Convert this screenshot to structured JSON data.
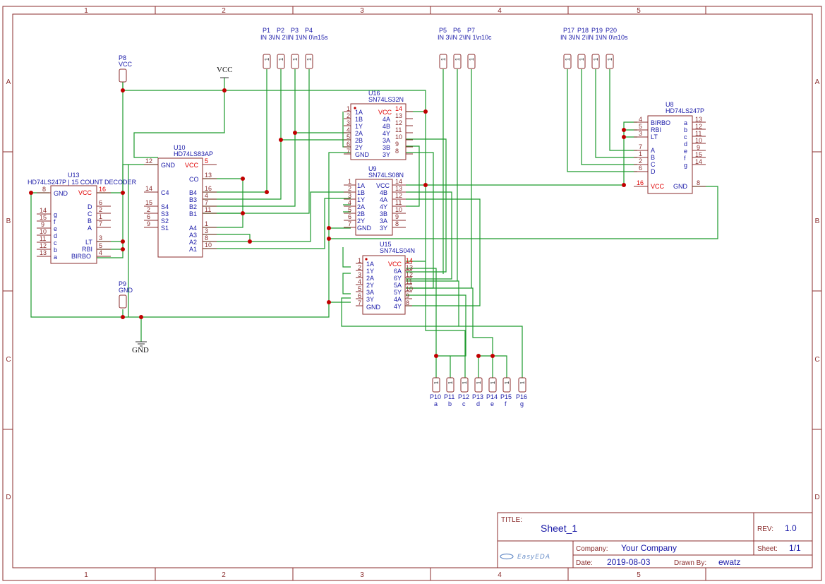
{
  "zones": {
    "cols": [
      "1",
      "2",
      "3",
      "4",
      "5"
    ],
    "rows": [
      "A",
      "B",
      "C",
      "D"
    ]
  },
  "power": {
    "vcc": "VCC",
    "gnd": "GND"
  },
  "chips": {
    "u16": {
      "ref": "U16",
      "name": "SN74LS32N"
    },
    "u10": {
      "ref": "U10",
      "name": "HD74LS83AP"
    },
    "u13": {
      "ref": "U13",
      "name": "HD74LS247P | 15 COUNT DECODER"
    },
    "u9": {
      "ref": "U9",
      "name": "SN74LS08N"
    },
    "u15": {
      "ref": "U15",
      "name": "SN74LS04N"
    },
    "u8": {
      "ref": "U8",
      "name": "HD74LS247P"
    }
  },
  "headers_top": [
    {
      "ref": "P1",
      "sub": "IN 3\\15s"
    },
    {
      "ref": "P2",
      "sub": "IN 3\\15s"
    },
    {
      "ref": "P3",
      "sub": "IN 3\\15s"
    },
    {
      "ref": "P4",
      "sub": "IN 3\\n15s"
    },
    {
      "ref": "P5",
      "sub": "IN 3\\n10c"
    },
    {
      "ref": "P6",
      "sub": "IN 2\\n10c"
    },
    {
      "ref": "P7",
      "sub": "IN 1\\n10c"
    },
    {
      "ref": "P17",
      "sub": "IN 3\\n10s"
    },
    {
      "ref": "P18",
      "sub": "IN 2\\n10s"
    },
    {
      "ref": "P19",
      "sub": "IN 1\\n10s"
    },
    {
      "ref": "P20",
      "sub": "IN 0\\n10s"
    }
  ],
  "headers_top_labels": {
    "g1": "IN 3\\IN 2\\IN 1\\IN 0\\n15s",
    "g2": "IN 3\\IN 2\\IN 1\\n10c",
    "g3": "IN 3\\IN 2\\IN 1\\IN 0\\n10s"
  },
  "headers_left": [
    {
      "ref": "P8",
      "sub": "VCC"
    },
    {
      "ref": "P9",
      "sub": "GND"
    }
  ],
  "headers_bottom": [
    {
      "ref": "P10",
      "sub": "a"
    },
    {
      "ref": "P11",
      "sub": "b"
    },
    {
      "ref": "P12",
      "sub": "c"
    },
    {
      "ref": "P13",
      "sub": "d"
    },
    {
      "ref": "P14",
      "sub": "e"
    },
    {
      "ref": "P15",
      "sub": "f"
    },
    {
      "ref": "P16",
      "sub": "g"
    }
  ],
  "title_block": {
    "title_label": "TITLE:",
    "title": "Sheet_1",
    "rev_label": "REV:",
    "rev": "1.0",
    "company_label": "Company:",
    "company": "Your Company",
    "sheet_label": "Sheet:",
    "sheet": "1/1",
    "date_label": "Date:",
    "date": "2019-08-03",
    "drawn_label": "Drawn By:",
    "drawn": "ewatz",
    "logo": "EasyEDA"
  }
}
